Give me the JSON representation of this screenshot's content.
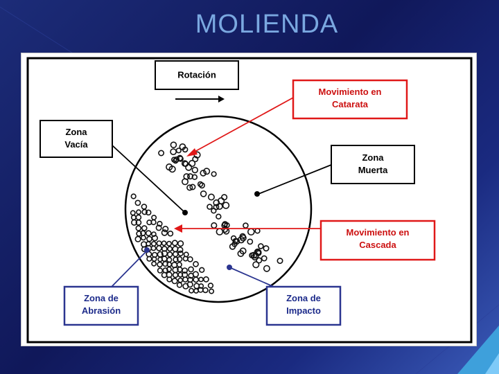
{
  "slide": {
    "title": "MOLIENDA"
  },
  "diagram": {
    "labels": {
      "rotacion": "Rotación",
      "catarata": [
        "Movimiento  en",
        "Catarata"
      ],
      "vacia": [
        "Zona",
        "Vacía"
      ],
      "muerta": [
        "Zona",
        "Muerta"
      ],
      "cascada": [
        "Movimiento  en",
        "Cascada"
      ],
      "abrasion": [
        "Zona de",
        "Abrasión"
      ],
      "impacto": [
        "Zona de",
        "Impacto"
      ]
    },
    "colors": {
      "red": "#e01818",
      "blue": "#2b3590",
      "black": "#000000",
      "red_text": "#cc1010",
      "blue_text": "#1c2a8a"
    }
  }
}
